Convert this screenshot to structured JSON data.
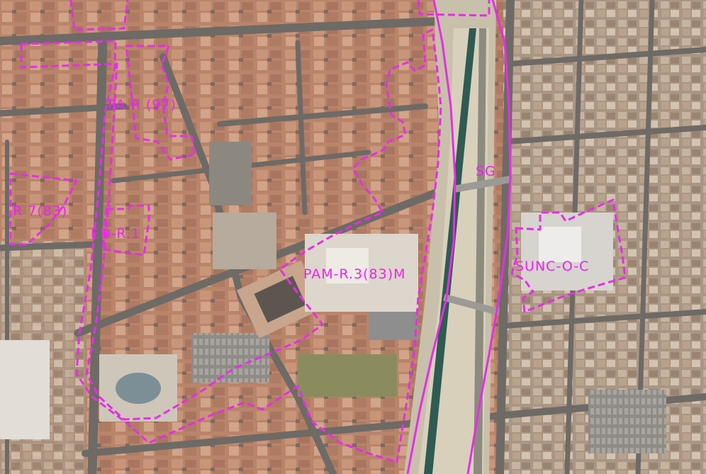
{
  "map": {
    "zones": [
      {
        "id": "pa-r-97",
        "label": "PA-R (97)"
      },
      {
        "id": "r-7-83",
        "label": "R 7(83)"
      },
      {
        "id": "ed-r-1",
        "label": "ED-R.1"
      },
      {
        "id": "sg",
        "label": "SG"
      },
      {
        "id": "pam-r-3-83m",
        "label": "PAM-R.3(83)M"
      },
      {
        "id": "sunc-o-c",
        "label": "SUNC-O-C"
      }
    ],
    "colors": {
      "boundary": "#e62ee6",
      "label": "#f020f0",
      "roof": "#c08a6e",
      "street": "#6e6a66",
      "riverbed": "#d9d0bc",
      "canal": "#2f5b52"
    }
  }
}
